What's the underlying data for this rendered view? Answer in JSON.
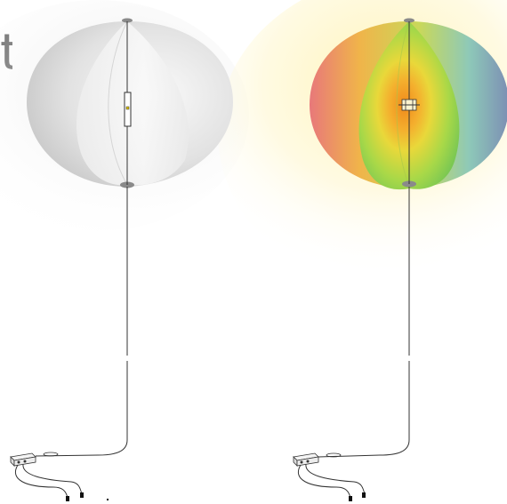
{
  "scene": {
    "description_text": "t",
    "panels": [
      {
        "name": "unlit-balloon",
        "style": "gray"
      },
      {
        "name": "lit-balloon",
        "style": "gradient"
      }
    ],
    "colors": {
      "balloon_gray_light": "#f4f4f4",
      "balloon_gray_dark": "#c8c8c8",
      "glow": "#fff3b0",
      "heat_center": "#f08a1c",
      "heat_mid": "#e9d23a",
      "heat_outer": "#8fd14f",
      "edge_red": "#e8787a",
      "edge_blue": "#7aa7c9",
      "cable": "#333333"
    }
  }
}
